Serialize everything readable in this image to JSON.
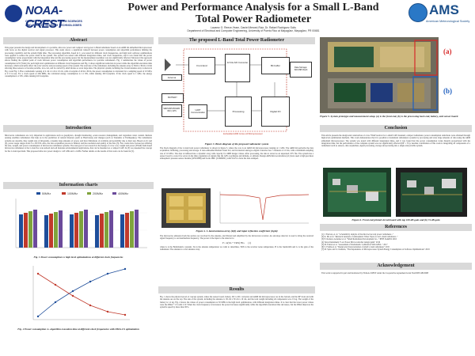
{
  "header": {
    "title_line1": "Power and Performance Analysis for a Small L-Band",
    "title_line2": "Total Power Radiometer",
    "authors": "Lavarez O. Reece-Yearn, Daniel Merced-Ruiz, Dr. Rafael Rodríguez Solís",
    "affiliation": "Department of Electrical and Computer Engineering, University of Puerto Rico at Mayagüez, Mayagüez, PR 00681",
    "left_logo": "NOAA-CREST",
    "left_logo_sub1": "CENTER FOR EARTH SYSTEM SCIENCES",
    "left_logo_sub2": "AND REMOTE SENSING TECHNOLOGIES",
    "right_logo": "AMS",
    "right_logo_sub": "American Meteorological Society"
  },
  "sections": {
    "abstract": "Abstract",
    "introduction": "Introduction",
    "information_charts": "Information charts",
    "proposed_radiometer": "The proposed L-Band Total Power Radiometer",
    "results": "Results",
    "conclusion": "Conclusion",
    "references": "References",
    "acknowledgement": "Acknowledgement"
  },
  "figures": {
    "fig1": "Fig. 1 Power consumption vs high level optimizations at different clock frequencies",
    "fig2": "Fig. 2 Power consumption vs. algorithm execution time at different clock frequencies with DMA-CS optimization",
    "fig3": "Figure 3. Block diagram of the proposed radiometer system",
    "fig4": "Figure 4. L-band antenna array (left) and input reflection coefficient (right)",
    "fig5": "Figure 5. System prototype and measurement setup. (a) is the front end, (b) is the processing back end, battery, and sensor board.",
    "fig6": "Figure 6. Front end printed circuit board with top 100 dB gain and (b) 74 dB gain",
    "label_a": "(a)",
    "label_b": "(b)"
  },
  "block_diagram": {
    "antenna": "Antenna",
    "front_end": "Front End",
    "adc": "12 bits A/D Converter",
    "bit_buffer": "Bit buffer",
    "data_storage": "Data Storage: SD/USB Flash",
    "battery": "BATTERY",
    "sensors": "SENSORS BOARD: IMU | GPS",
    "uart": "UART Communication",
    "processing": "Processing",
    "digital_io": "Digital I/O",
    "fpga": "Embedded ARM Cortex-A9 Microprocessor"
  },
  "chart_legend": [
    "50MHz",
    "100MHz",
    "200MHz",
    "400MHz"
  ],
  "acknowledgement_text": "This work is supported in part and monitored by NOAA-CREST under the Cooperative Agreement Grant NA16SEC4810008",
  "references": [
    "[1] J. Estevez, et. al. \"A Sensitivity analysis of the microwave total power radiometer...\"",
    "[2] K. Ma et al. \"Retrieval Analysis of Atmospheric Water Vapor for an L-band radiometer...\"",
    "[3] E. Romero-Gonzalez et al. \"Small Radiometer Development for...\" IEEE IGARSS 2016",
    "[4] Texas Instruments \"Low Power Microcontroller design guide\" 2016",
    "[5] M. Fenton et al. \"Assessment of Radiometric Calibration With GPM...\" 2017",
    "[6] S. Fatima et al. \"Design and characterization of small L-band radiometer\" 2015",
    "[7] M. Spiro and S. Clements, \"The Dependence of Microprocessor System Energy Consumption on Software Optimizations\" 2018"
  ]
}
